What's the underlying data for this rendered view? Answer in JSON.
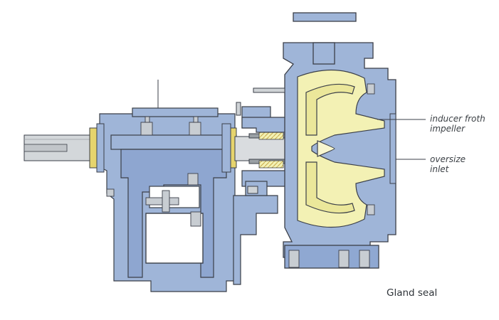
{
  "labels": {
    "inducer_froth_impeller": [
      "inducer froth",
      "impeller"
    ],
    "oversize_inlet": [
      "oversize",
      "inlet"
    ],
    "gland_seal": "Gland seal"
  },
  "colors": {
    "casing": "#9fb5d8",
    "casing_dark": "#7f98c4",
    "impeller": "#f3f1b4",
    "shaft": "#cfd3d6",
    "outline": "#3b3f48",
    "bearing_ring": "#e9d77a"
  }
}
